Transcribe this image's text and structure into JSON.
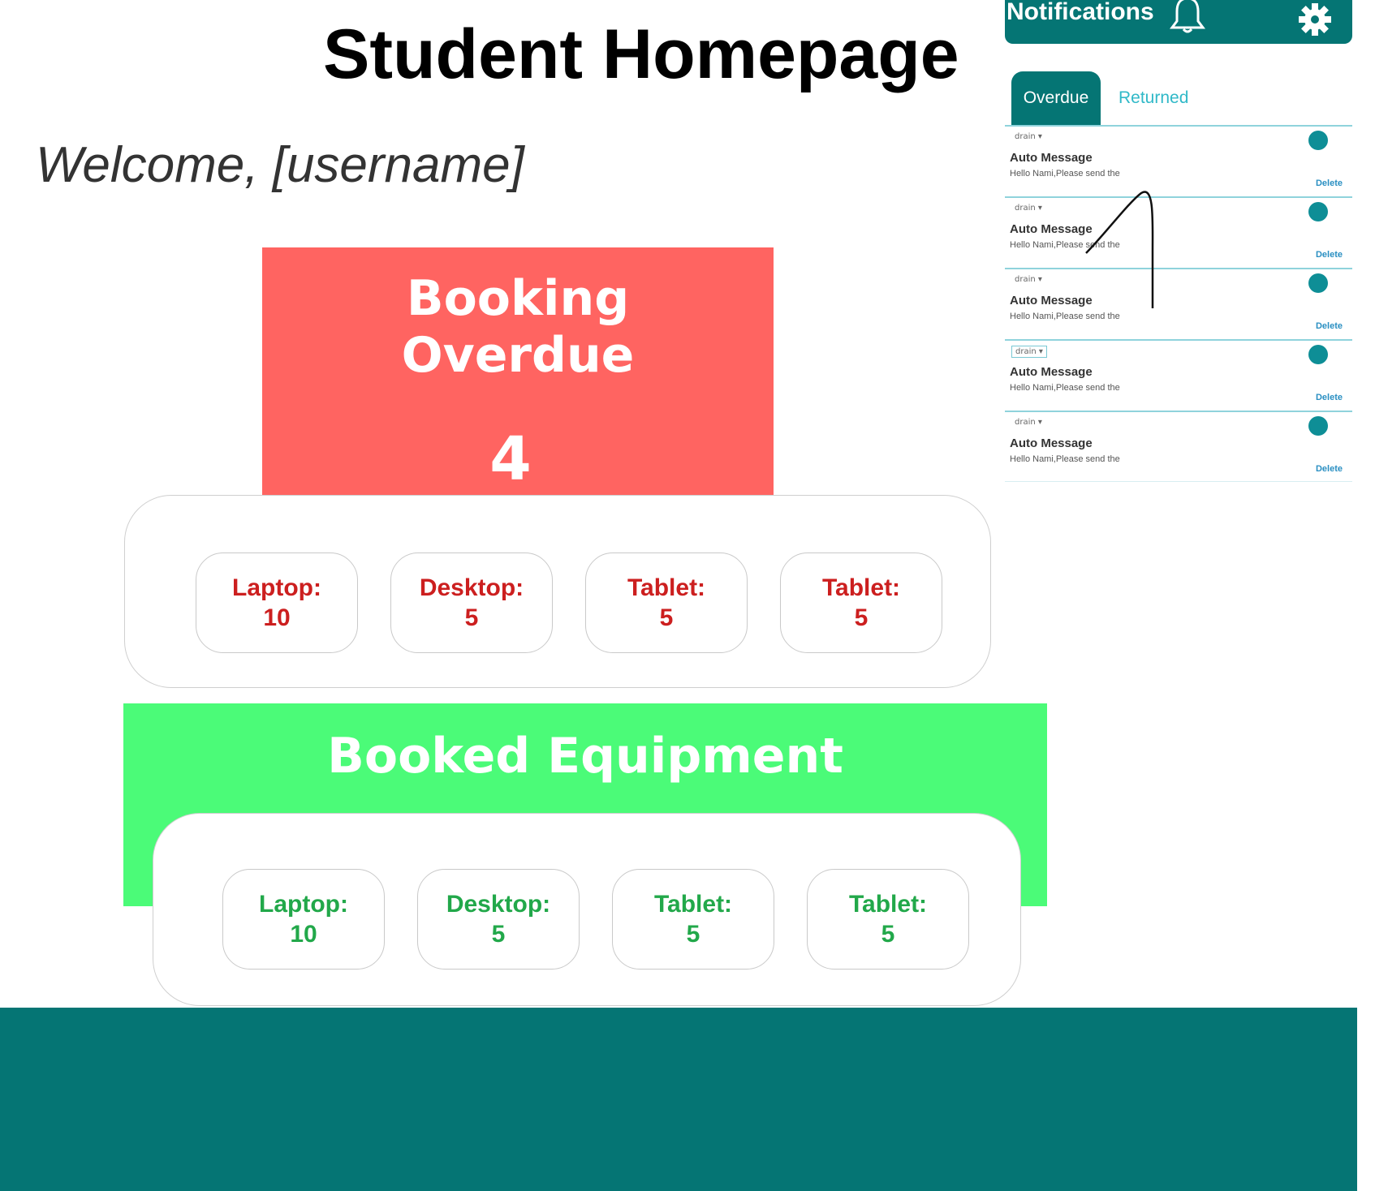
{
  "page": {
    "title": "Student Homepage",
    "welcome": "Welcome, [username]"
  },
  "overdue": {
    "title": "Booking\nOverdue",
    "count": "4",
    "color": "#ff6461",
    "items": [
      {
        "label": "Laptop:",
        "value": "10"
      },
      {
        "label": "Desktop:",
        "value": "5"
      },
      {
        "label": "Tablet:",
        "value": "5"
      },
      {
        "label": "Tablet:",
        "value": "5"
      }
    ]
  },
  "booked": {
    "title": "Booked Equipment",
    "color": "#4bfb78",
    "items": [
      {
        "label": "Laptop:",
        "value": "10"
      },
      {
        "label": "Desktop:",
        "value": "5"
      },
      {
        "label": "Tablet:",
        "value": "5"
      },
      {
        "label": "Tablet:",
        "value": "5"
      }
    ]
  },
  "notifications": {
    "title": "Notifications",
    "bell_icon": "bell-icon",
    "gear_icon": "gear-icon",
    "accent_color": "#057574",
    "tabs": [
      {
        "label": "Overdue",
        "active": true
      },
      {
        "label": "Returned",
        "active": false
      }
    ],
    "items": [
      {
        "select": "drain",
        "title": "Auto Message",
        "text": "Hello Nami,Please send the",
        "delete": "Delete"
      },
      {
        "select": "drain",
        "title": "Auto Message",
        "text": "Hello Nami,Please send the",
        "delete": "Delete"
      },
      {
        "select": "drain",
        "title": "Auto Message",
        "text": "Hello Nami,Please send the",
        "delete": "Delete"
      },
      {
        "select": "drain",
        "title": "Auto Message",
        "text": "Hello Nami,Please send the",
        "delete": "Delete"
      },
      {
        "select": "drain",
        "title": "Auto Message",
        "text": "Hello Nami,Please send the",
        "delete": "Delete"
      }
    ]
  }
}
